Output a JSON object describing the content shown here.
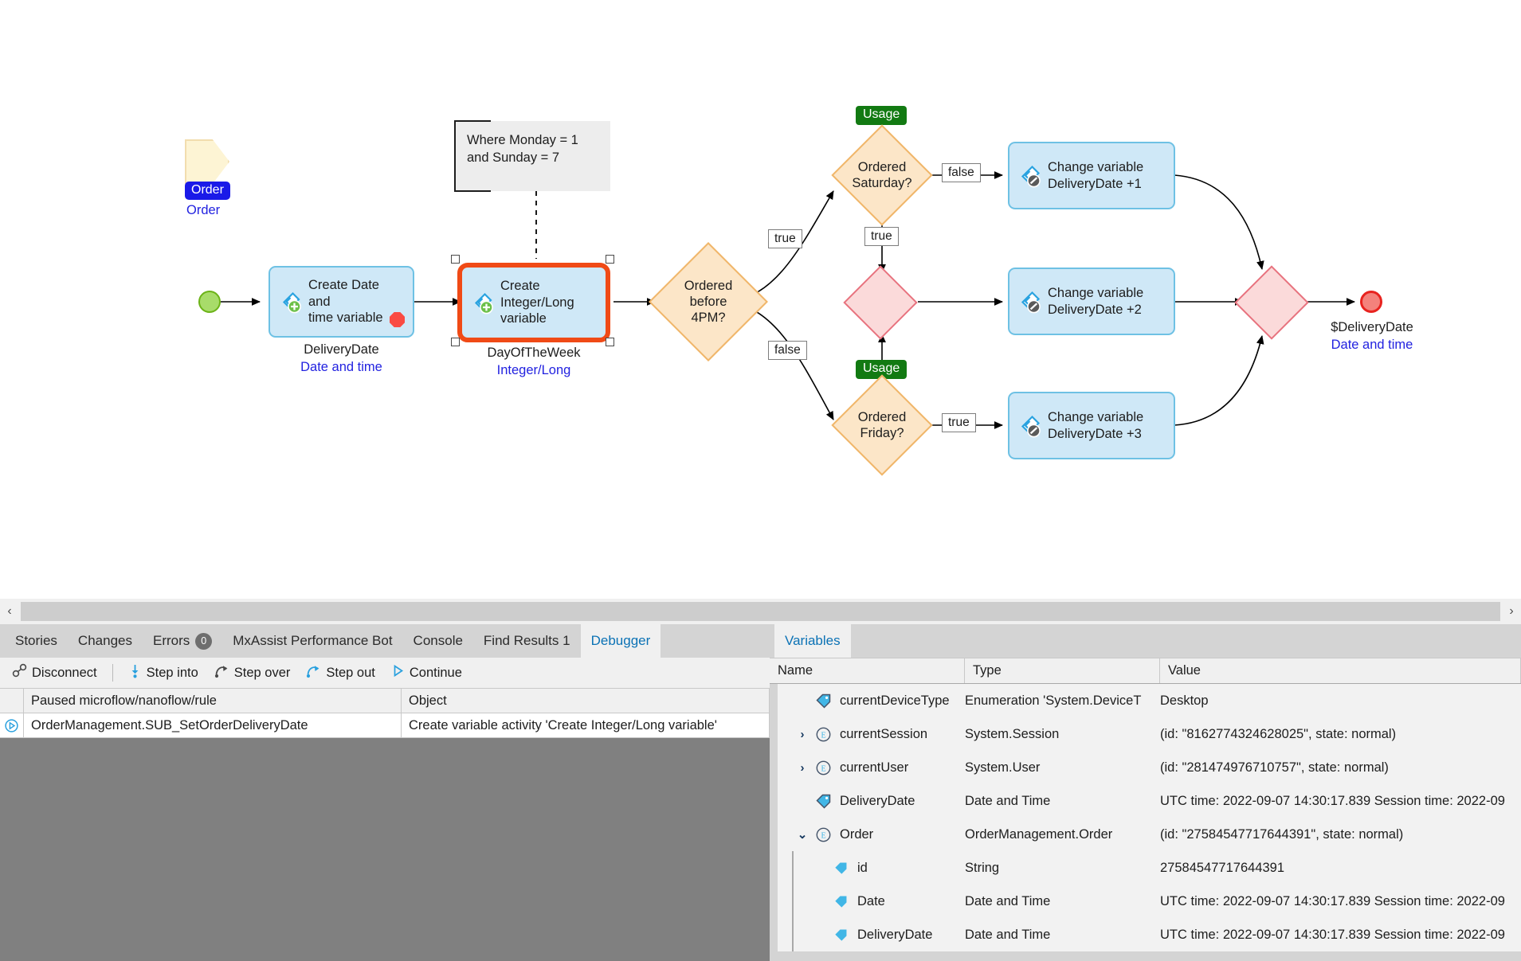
{
  "canvas": {
    "parameter": {
      "shape_name": "parameter-shape",
      "chip": "Order",
      "name": "Order"
    },
    "note": {
      "line1": "Where Monday = 1",
      "line2": "and Sunday = 7"
    },
    "start": {
      "name": "start-event"
    },
    "activities": [
      {
        "id": "create-date-time",
        "line1": "Create Date and",
        "line2": "time variable",
        "caption": "DeliveryDate",
        "caption_sub": "Date and time",
        "icon": "create-variable-icon",
        "breakpoint": true,
        "selected": false
      },
      {
        "id": "create-int-long",
        "line1": "Create",
        "line2": "Integer/Long",
        "line3": "variable",
        "caption": "DayOfTheWeek",
        "caption_sub": "Integer/Long",
        "icon": "create-variable-icon",
        "breakpoint": false,
        "selected": true
      },
      {
        "id": "change-plus-1",
        "line1": "Change variable",
        "line2": "DeliveryDate +1",
        "icon": "change-variable-icon"
      },
      {
        "id": "change-plus-2",
        "line1": "Change variable",
        "line2": "DeliveryDate +2",
        "icon": "change-variable-icon"
      },
      {
        "id": "change-plus-3",
        "line1": "Change variable",
        "line2": "DeliveryDate +3",
        "icon": "change-variable-icon"
      }
    ],
    "decisions": [
      {
        "id": "ordered-before-4pm",
        "line1": "Ordered",
        "line2": "before",
        "line3": "4PM?"
      },
      {
        "id": "ordered-saturday",
        "line1": "Ordered",
        "line2": "Saturday?"
      },
      {
        "id": "ordered-friday",
        "line1": "Ordered",
        "line2": "Friday?"
      }
    ],
    "usage_badges": [
      {
        "id": "usage-saturday",
        "label": "Usage"
      },
      {
        "id": "usage-friday",
        "label": "Usage"
      }
    ],
    "flow_labels": [
      {
        "id": "flow-true-upper",
        "label": "true"
      },
      {
        "id": "flow-false-lower",
        "label": "false"
      },
      {
        "id": "flow-false-saturday",
        "label": "false"
      },
      {
        "id": "flow-true-saturday",
        "label": "true"
      },
      {
        "id": "flow-true-friday",
        "label": "true"
      }
    ],
    "end": {
      "caption": "$DeliveryDate",
      "caption_sub": "Date and time"
    }
  },
  "hscroll": {
    "left_arrow": "‹",
    "right_arrow": "›"
  },
  "dock": {
    "left_tabs": [
      {
        "id": "tab-stories",
        "label": "Stories",
        "active": false
      },
      {
        "id": "tab-changes",
        "label": "Changes",
        "active": false
      },
      {
        "id": "tab-errors",
        "label": "Errors",
        "badge": "0",
        "active": false
      },
      {
        "id": "tab-mxassist",
        "label": "MxAssist Performance Bot",
        "active": false
      },
      {
        "id": "tab-console",
        "label": "Console",
        "active": false
      },
      {
        "id": "tab-find-results",
        "label": "Find Results 1",
        "active": false
      },
      {
        "id": "tab-debugger",
        "label": "Debugger",
        "active": true
      }
    ],
    "toolbar": [
      {
        "id": "disconnect-button",
        "label": "Disconnect",
        "icon": "disconnect-icon"
      },
      {
        "id": "step-into-button",
        "label": "Step into",
        "icon": "step-into-icon"
      },
      {
        "id": "step-over-button",
        "label": "Step over",
        "icon": "step-over-icon"
      },
      {
        "id": "step-out-button",
        "label": "Step out",
        "icon": "step-out-icon"
      },
      {
        "id": "continue-button",
        "label": "Continue",
        "icon": "play-icon"
      }
    ],
    "debugger_grid": {
      "columns": [
        "Paused microflow/nanoflow/rule",
        "Object"
      ],
      "rows": [
        {
          "icon": "current-frame-icon",
          "paused": "OrderManagement.SUB_SetOrderDeliveryDate",
          "object": "Create variable activity 'Create Integer/Long variable'"
        }
      ]
    },
    "right_tabs": [
      {
        "id": "tab-variables",
        "label": "Variables",
        "active": true
      }
    ],
    "variables_grid": {
      "columns": [
        "Name",
        "Type",
        "Value"
      ],
      "rows": [
        {
          "indent": 0,
          "expander": "none",
          "icon": "variable-tag-icon",
          "name": "currentDeviceType",
          "type": "Enumeration 'System.DeviceT",
          "value": "Desktop"
        },
        {
          "indent": 0,
          "expander": "collapsed",
          "icon": "entity-icon",
          "name": "currentSession",
          "type": "System.Session",
          "value": "(id: \"8162774324628025\", state: normal)"
        },
        {
          "indent": 0,
          "expander": "collapsed",
          "icon": "entity-icon",
          "name": "currentUser",
          "type": "System.User",
          "value": "(id: \"281474976710757\", state: normal)"
        },
        {
          "indent": 0,
          "expander": "none",
          "icon": "variable-tag-icon",
          "name": "DeliveryDate",
          "type": "Date and Time",
          "value": "UTC time: 2022-09-07 14:30:17.839 Session time: 2022-09"
        },
        {
          "indent": 0,
          "expander": "expanded",
          "icon": "entity-icon",
          "name": "Order",
          "type": "OrderManagement.Order",
          "value": "(id: \"27584547717644391\", state: normal)"
        },
        {
          "indent": 1,
          "expander": "none",
          "icon": "attribute-tag-icon",
          "name": "id",
          "type": "String",
          "value": "27584547717644391"
        },
        {
          "indent": 1,
          "expander": "none",
          "icon": "attribute-tag-icon",
          "name": "Date",
          "type": "Date and Time",
          "value": "UTC time: 2022-09-07 14:30:17.839 Session time: 2022-09"
        },
        {
          "indent": 1,
          "expander": "none",
          "icon": "attribute-tag-icon",
          "name": "DeliveryDate",
          "type": "Date and Time",
          "value": "UTC time: 2022-09-07 14:30:17.839 Session time: 2022-09"
        }
      ]
    }
  },
  "colors": {
    "activity_fill": "#cfe8f7",
    "activity_border": "#6ec1e4",
    "selection": "#f04a16",
    "decision_fill": "#fce6c8",
    "decision_border": "#f0b66a",
    "merge_fill": "#fbdada",
    "merge_border": "#e8737f",
    "usage_badge": "#127a12",
    "start_fill": "#a8dc6a",
    "end_fill": "#f4827c",
    "end_border": "#e8231f",
    "link_blue": "#2222e0",
    "active_tab_text": "#0b72b5"
  }
}
